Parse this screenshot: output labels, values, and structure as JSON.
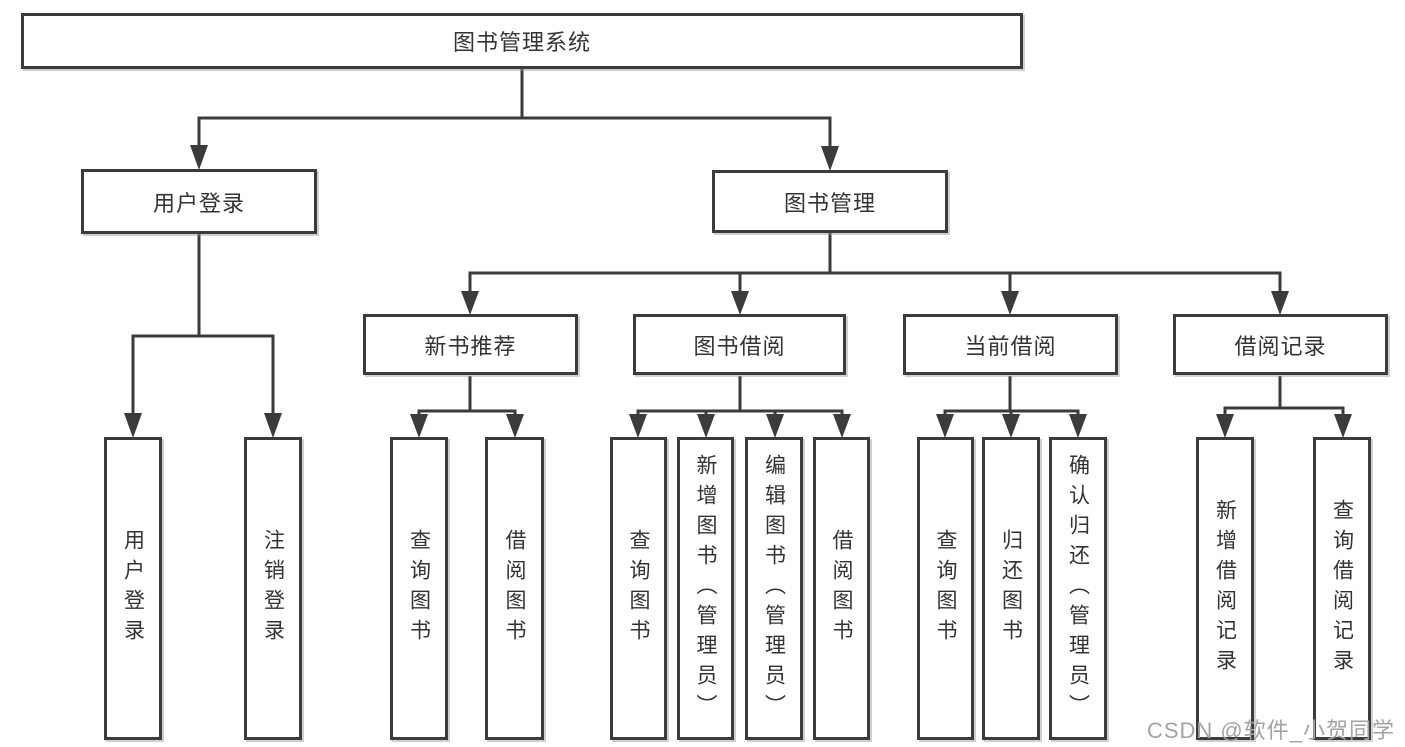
{
  "diagram": {
    "title": {
      "label": "图书管理系统"
    },
    "level2": [
      {
        "label": "用户登录"
      },
      {
        "label": "图书管理"
      }
    ],
    "level3": [
      {
        "label": "新书推荐",
        "parent": "图书管理"
      },
      {
        "label": "图书借阅",
        "parent": "图书管理"
      },
      {
        "label": "当前借阅",
        "parent": "图书管理"
      },
      {
        "label": "借阅记录",
        "parent": "图书管理"
      }
    ],
    "leaves": [
      {
        "label": "用户登录",
        "parent": "用户登录"
      },
      {
        "label": "注销登录",
        "parent": "用户登录"
      },
      {
        "label": "查询图书",
        "parent": "新书推荐"
      },
      {
        "label": "借阅图书",
        "parent": "新书推荐"
      },
      {
        "label": "查询图书",
        "parent": "图书借阅"
      },
      {
        "label": "新增图书（管理员）",
        "parent": "图书借阅"
      },
      {
        "label": "编辑图书（管理员）",
        "parent": "图书借阅"
      },
      {
        "label": "借阅图书",
        "parent": "图书借阅"
      },
      {
        "label": "查询图书",
        "parent": "当前借阅"
      },
      {
        "label": "归还图书",
        "parent": "当前借阅"
      },
      {
        "label": "确认归还（管理员）",
        "parent": "当前借阅"
      },
      {
        "label": "新增借阅记录",
        "parent": "借阅记录"
      },
      {
        "label": "查询借阅记录",
        "parent": "借阅记录"
      }
    ],
    "colors": {
      "line": "#3b3b3b",
      "box_border": "#3b3b3b",
      "text": "#333333",
      "background": "#ffffff",
      "watermark_text": "#a3a3a3"
    }
  },
  "watermark": {
    "text": "CSDN @软件_小贺同学"
  }
}
